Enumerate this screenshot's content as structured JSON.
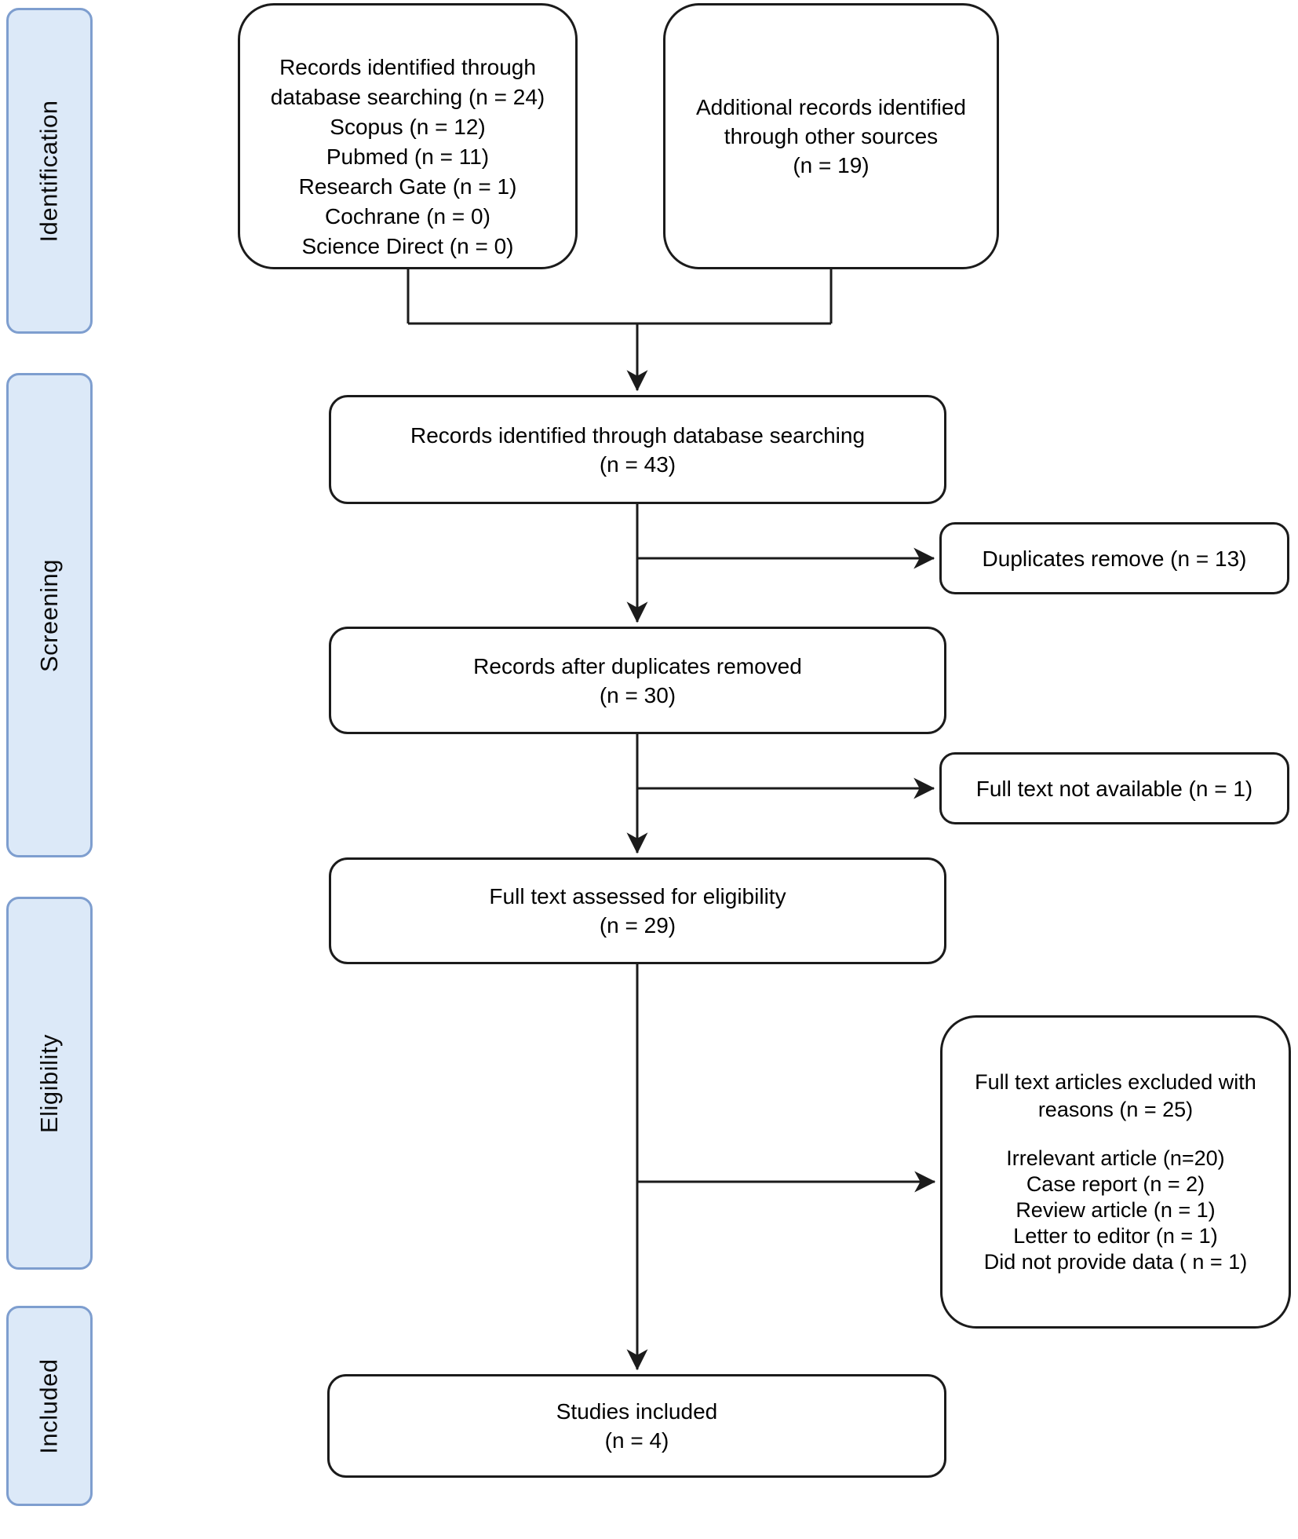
{
  "stages": [
    {
      "label": "Identification"
    },
    {
      "label": "Screening"
    },
    {
      "label": "Eligibility"
    },
    {
      "label": "Included"
    }
  ],
  "boxes": {
    "identification_sources": {
      "lines": [
        "Records identified through",
        "database searching (n = 24)",
        "Scopus (n = 12)",
        "Pubmed (n = 11)",
        "Research Gate (n = 1)",
        "Cochrane (n = 0)",
        "Science Direct (n = 0)"
      ]
    },
    "additional_records": {
      "lines": [
        "Additional records identified",
        "through other sources",
        "(n = 19)"
      ]
    },
    "records_identified": {
      "lines": [
        "Records identified through database searching",
        "(n = 43)"
      ]
    },
    "duplicates_removed": {
      "lines": [
        "Duplicates remove (n = 13)"
      ]
    },
    "records_after_duplicates": {
      "lines": [
        "Records after duplicates removed",
        "(n = 30)"
      ]
    },
    "full_text_not_available": {
      "lines": [
        "Full text not available (n = 1)"
      ]
    },
    "full_text_assessed": {
      "lines": [
        "Full text assessed for eligibility",
        "(n = 29)"
      ]
    },
    "full_text_excluded": {
      "heading": [
        "Full text articles excluded with",
        "reasons (n = 25)"
      ],
      "reasons": [
        "Irrelevant article (n=20)",
        "Case report (n = 2)",
        "Review article (n = 1)",
        "Letter to editor (n = 1)",
        "Did not provide data ( n = 1)"
      ]
    },
    "studies_included": {
      "lines": [
        "Studies included",
        "(n = 4)"
      ]
    }
  },
  "colors": {
    "background": "#ffffff",
    "box_border": "#1b1b1b",
    "connector": "#1b1b1b",
    "sidebar_fill": "#dce9f8",
    "sidebar_border": "#7e9ecf",
    "text": "#000000"
  }
}
